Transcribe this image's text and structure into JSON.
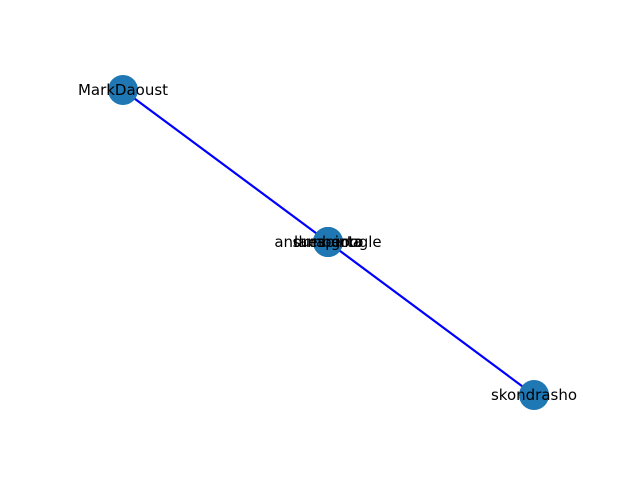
{
  "graph": {
    "node_color": "#1f77b4",
    "edge_color": "#0000ff",
    "nodes": [
      {
        "id": "mark",
        "label": "MarkDaoust"
      },
      {
        "id": "andres",
        "label": "andres-google"
      },
      {
        "id": "lamberta",
        "label": "lamberta"
      },
      {
        "id": "surapinto",
        "label": "surapinto"
      },
      {
        "id": "skondrasho",
        "label": "skondrasho"
      }
    ],
    "edges": [
      {
        "source": "mark",
        "target": "andres"
      },
      {
        "source": "andres",
        "target": "skondrasho"
      }
    ]
  }
}
